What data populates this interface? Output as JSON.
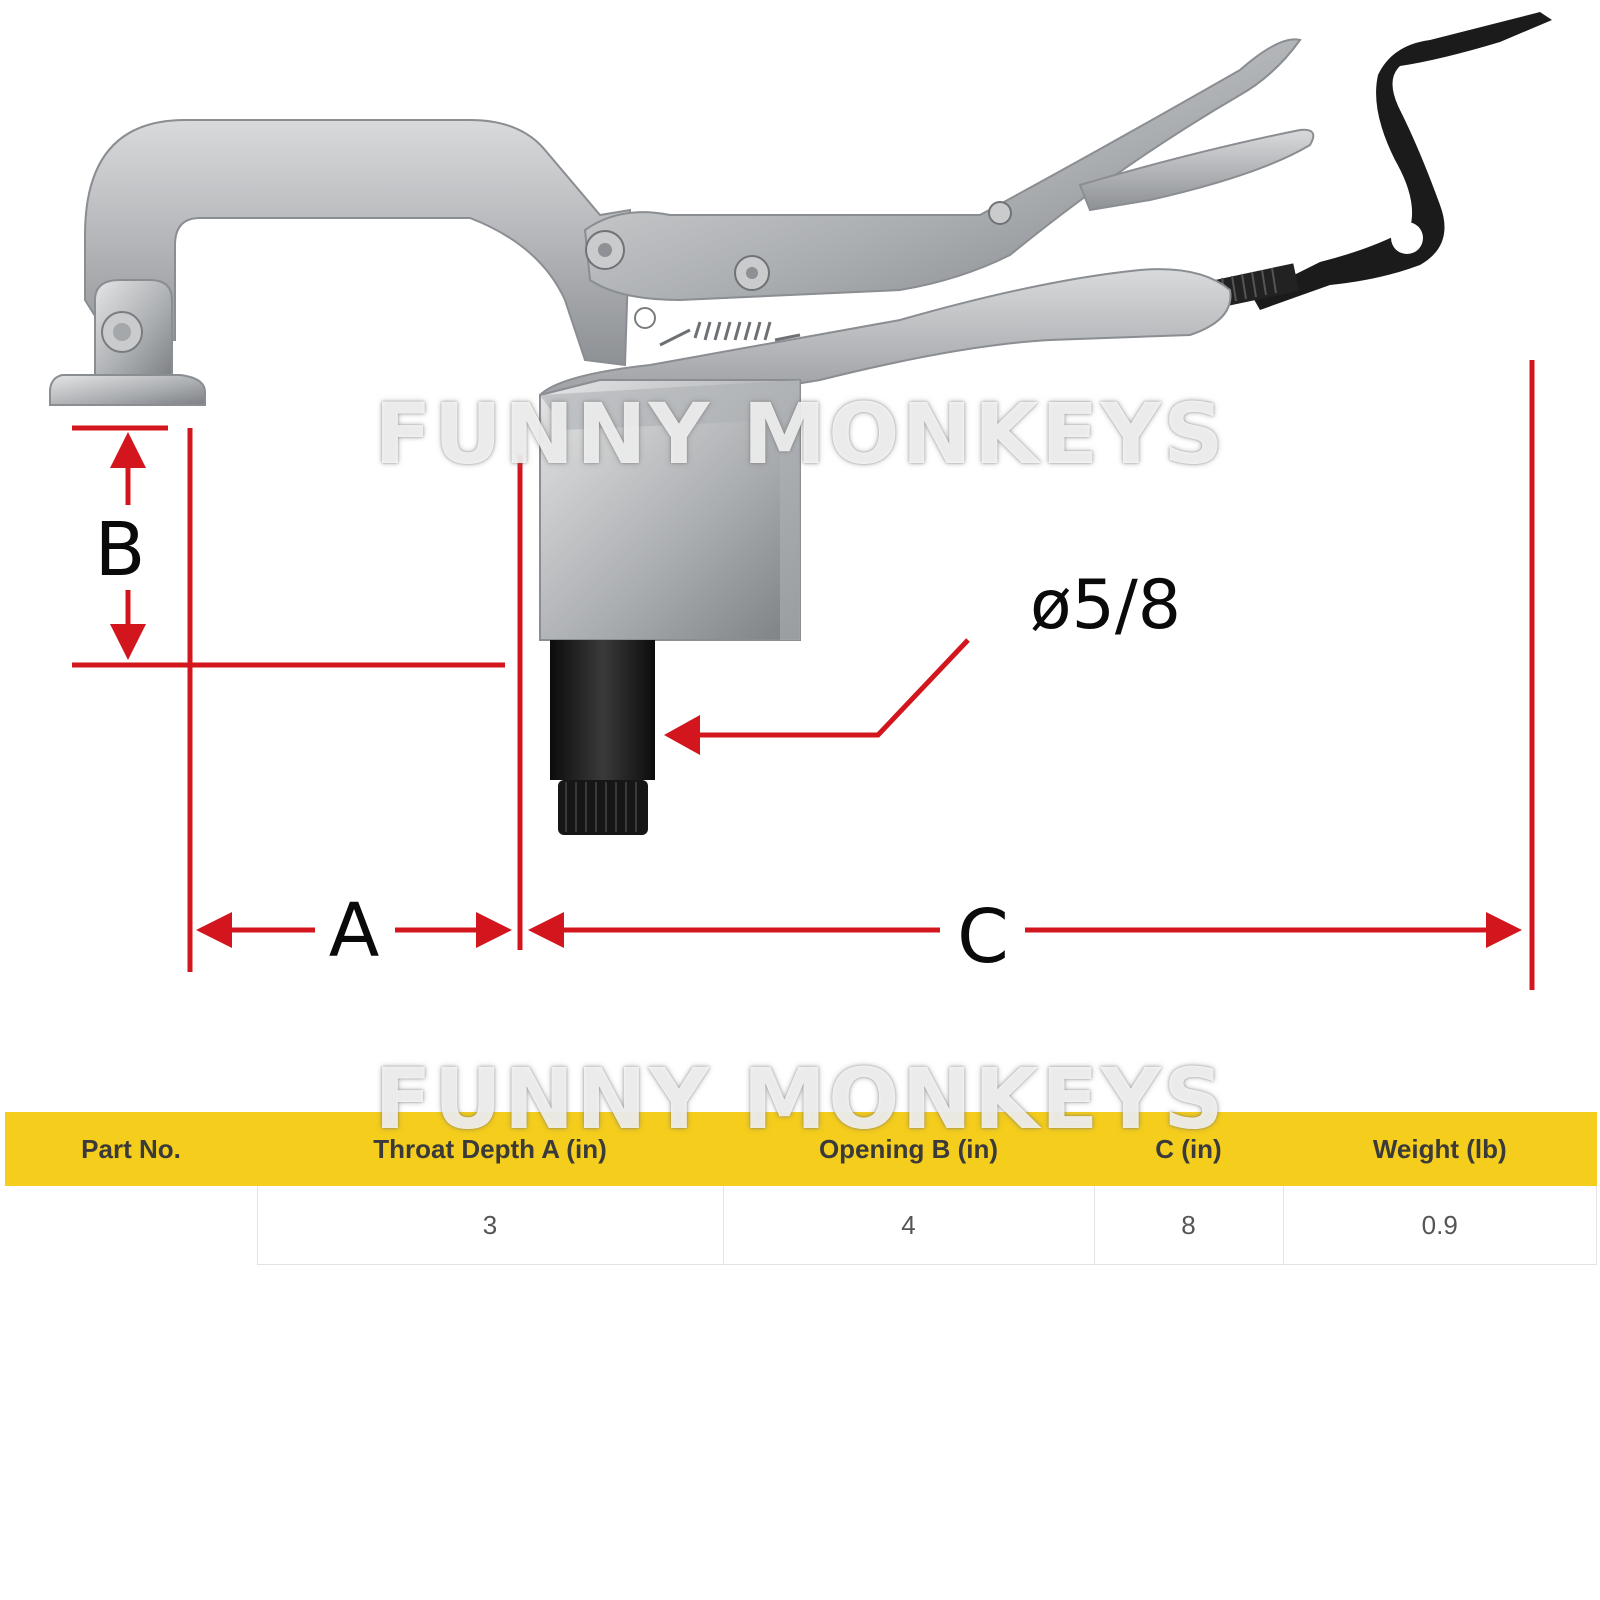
{
  "watermark": "FUNNY MONKEYS",
  "diagram": {
    "labels": {
      "a": "A",
      "b": "B",
      "c": "C",
      "diameter": "ø5/8"
    },
    "colors": {
      "dimension_lines": "#d3151d",
      "steel": "#b3b5b8",
      "steel_dark": "#7c7f83",
      "black_parts": "#1b1b1b"
    },
    "icons": [
      "toggle-clamp-illustration"
    ]
  },
  "table": {
    "header_color": "#f5cd1c",
    "headers": [
      "Part No.",
      "Throat Depth A (in)",
      "Opening B (in)",
      "C (in)",
      "Weight (lb)"
    ],
    "rows": [
      [
        "",
        "3",
        "4",
        "8",
        "0.9"
      ]
    ]
  }
}
